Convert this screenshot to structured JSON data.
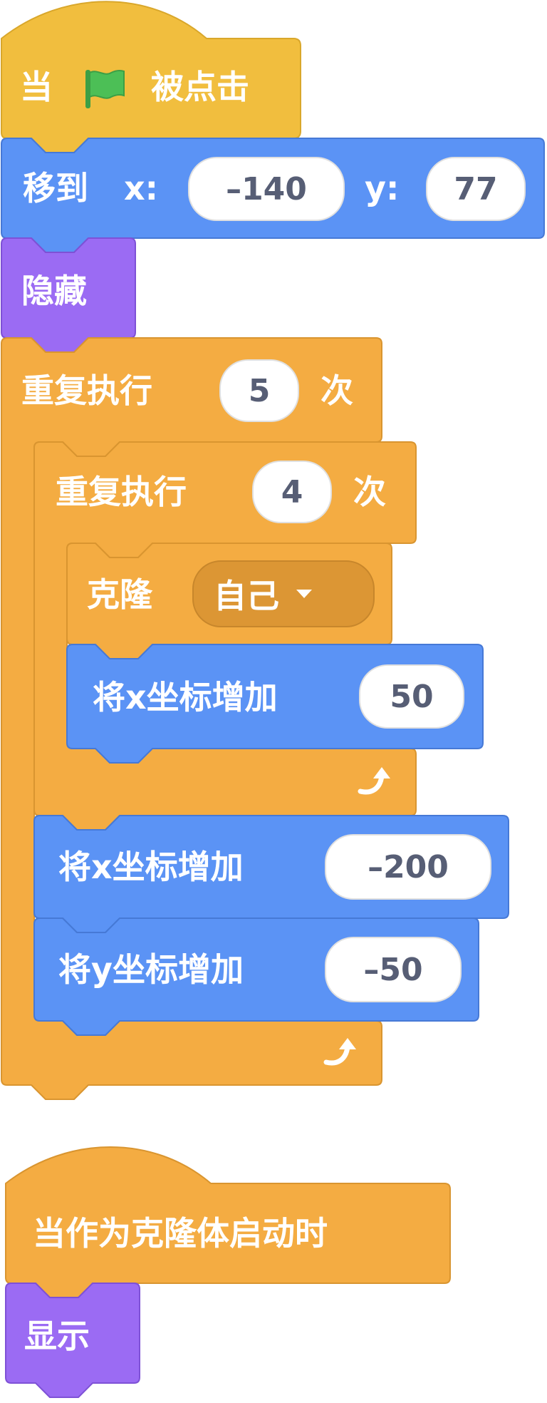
{
  "script1": {
    "hat": {
      "prefix": "当",
      "flag_icon": "green-flag-icon",
      "suffix": "被点击"
    },
    "goto": {
      "label": "移到",
      "x_label": "x:",
      "x_value": "–140",
      "y_label": "y:",
      "y_value": "77"
    },
    "hide": {
      "label": "隐藏"
    },
    "repeat_outer": {
      "label": "重复执行",
      "times": "5",
      "suffix": "次"
    },
    "repeat_inner": {
      "label": "重复执行",
      "times": "4",
      "suffix": "次"
    },
    "clone": {
      "label": "克隆",
      "target": "自己"
    },
    "change_x_inner": {
      "label": "将x坐标增加",
      "value": "50"
    },
    "change_x_outer": {
      "label": "将x坐标增加",
      "value": "–200"
    },
    "change_y_outer": {
      "label": "将y坐标增加",
      "value": "–50"
    }
  },
  "script2": {
    "hat": {
      "label": "当作为克隆体启动时"
    },
    "show": {
      "label": "显示"
    }
  },
  "colors": {
    "event": "#F1BE3E",
    "control": "#F4AC42",
    "motion": "#5B93F5",
    "looks": "#9B6BF3",
    "flag": "#4CBF56"
  }
}
